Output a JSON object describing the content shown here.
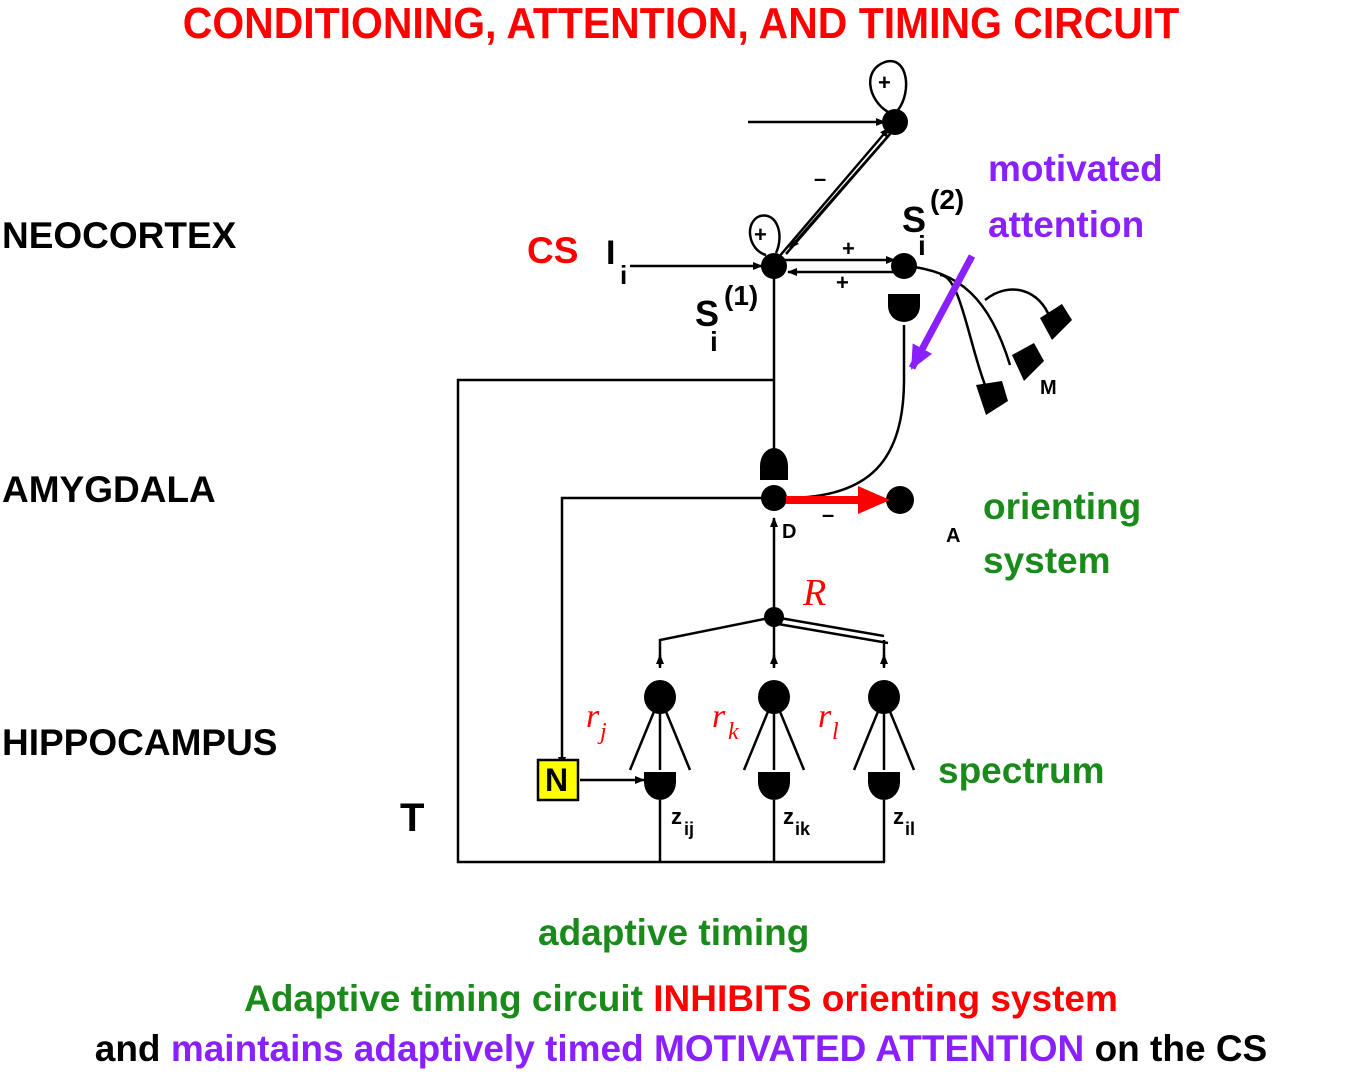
{
  "title": "CONDITIONING, ATTENTION, AND TIMING CIRCUIT",
  "regions": {
    "neocortex": "NEOCORTEX",
    "amygdala": "AMYGDALA",
    "hippocampus": "HIPPOCAMPUS"
  },
  "labels": {
    "cs": "CS",
    "input_I": "I",
    "input_I_sub": "i",
    "s1": "S",
    "s1_sub": "i",
    "s1_sup": "(1)",
    "s2": "S",
    "s2_sub": "i",
    "s2_sup": "(2)",
    "motivated": "motivated",
    "attention": "attention",
    "M": "M",
    "D": "D",
    "A": "A",
    "orienting": "orienting",
    "system": "system",
    "R": "R",
    "rj": "r",
    "rj_sub": "j",
    "rk": "r",
    "rk_sub": "k",
    "rl": "r",
    "rl_sub": "l",
    "N": "N",
    "spectrum": "spectrum",
    "T": "T",
    "zij": "z",
    "zij_sub": "ij",
    "zik": "z",
    "zik_sub": "ik",
    "zil": "z",
    "zil_sub": "il",
    "plus": "+",
    "minus": "–",
    "adaptive_timing": "adaptive timing"
  },
  "caption": {
    "line1_green": "Adaptive timing circuit",
    "line1_red": "INHIBITS orienting system",
    "line2_black_a": "and",
    "line2_purple": "maintains adaptively timed MOTIVATED ATTENTION",
    "line2_black_b": "on the CS"
  },
  "colors": {
    "title": "#ff0000",
    "green": "#1a8a1a",
    "purple": "#8a1fff",
    "red": "#ff0000",
    "n_box": "#ffff00"
  }
}
